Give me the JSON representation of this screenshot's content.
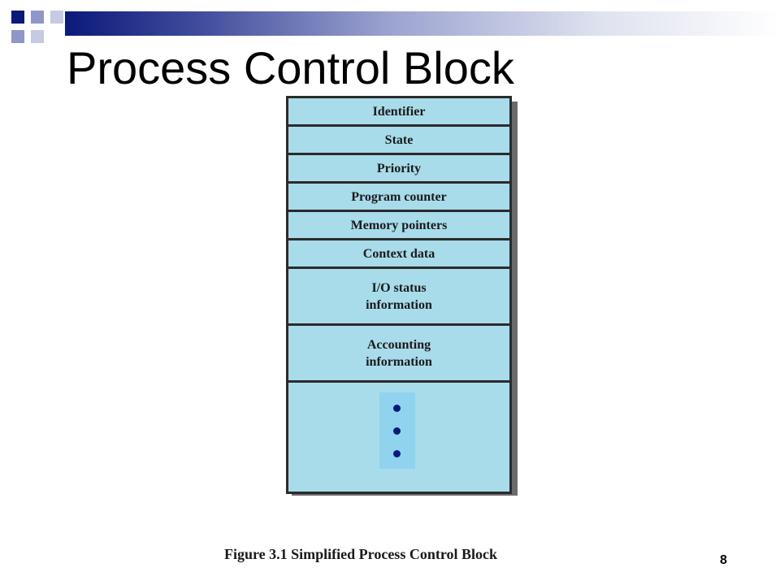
{
  "slide": {
    "title": "Process Control Block",
    "page_number": "8",
    "caption": "Figure 3.1  Simplified Process Control Block"
  },
  "pcb": {
    "fields": [
      "Identifier",
      "State",
      "Priority",
      "Program counter",
      "Memory pointers",
      "Context data",
      "I/O status\ninformation",
      "Accounting\ninformation"
    ],
    "continuation": "ellipsis-dots"
  },
  "colors": {
    "header_dark": "#0b1a7a",
    "table_fill": "#a8dcea",
    "ellipsis_fill": "#8fd3ef",
    "dot": "#0b1a7a"
  }
}
